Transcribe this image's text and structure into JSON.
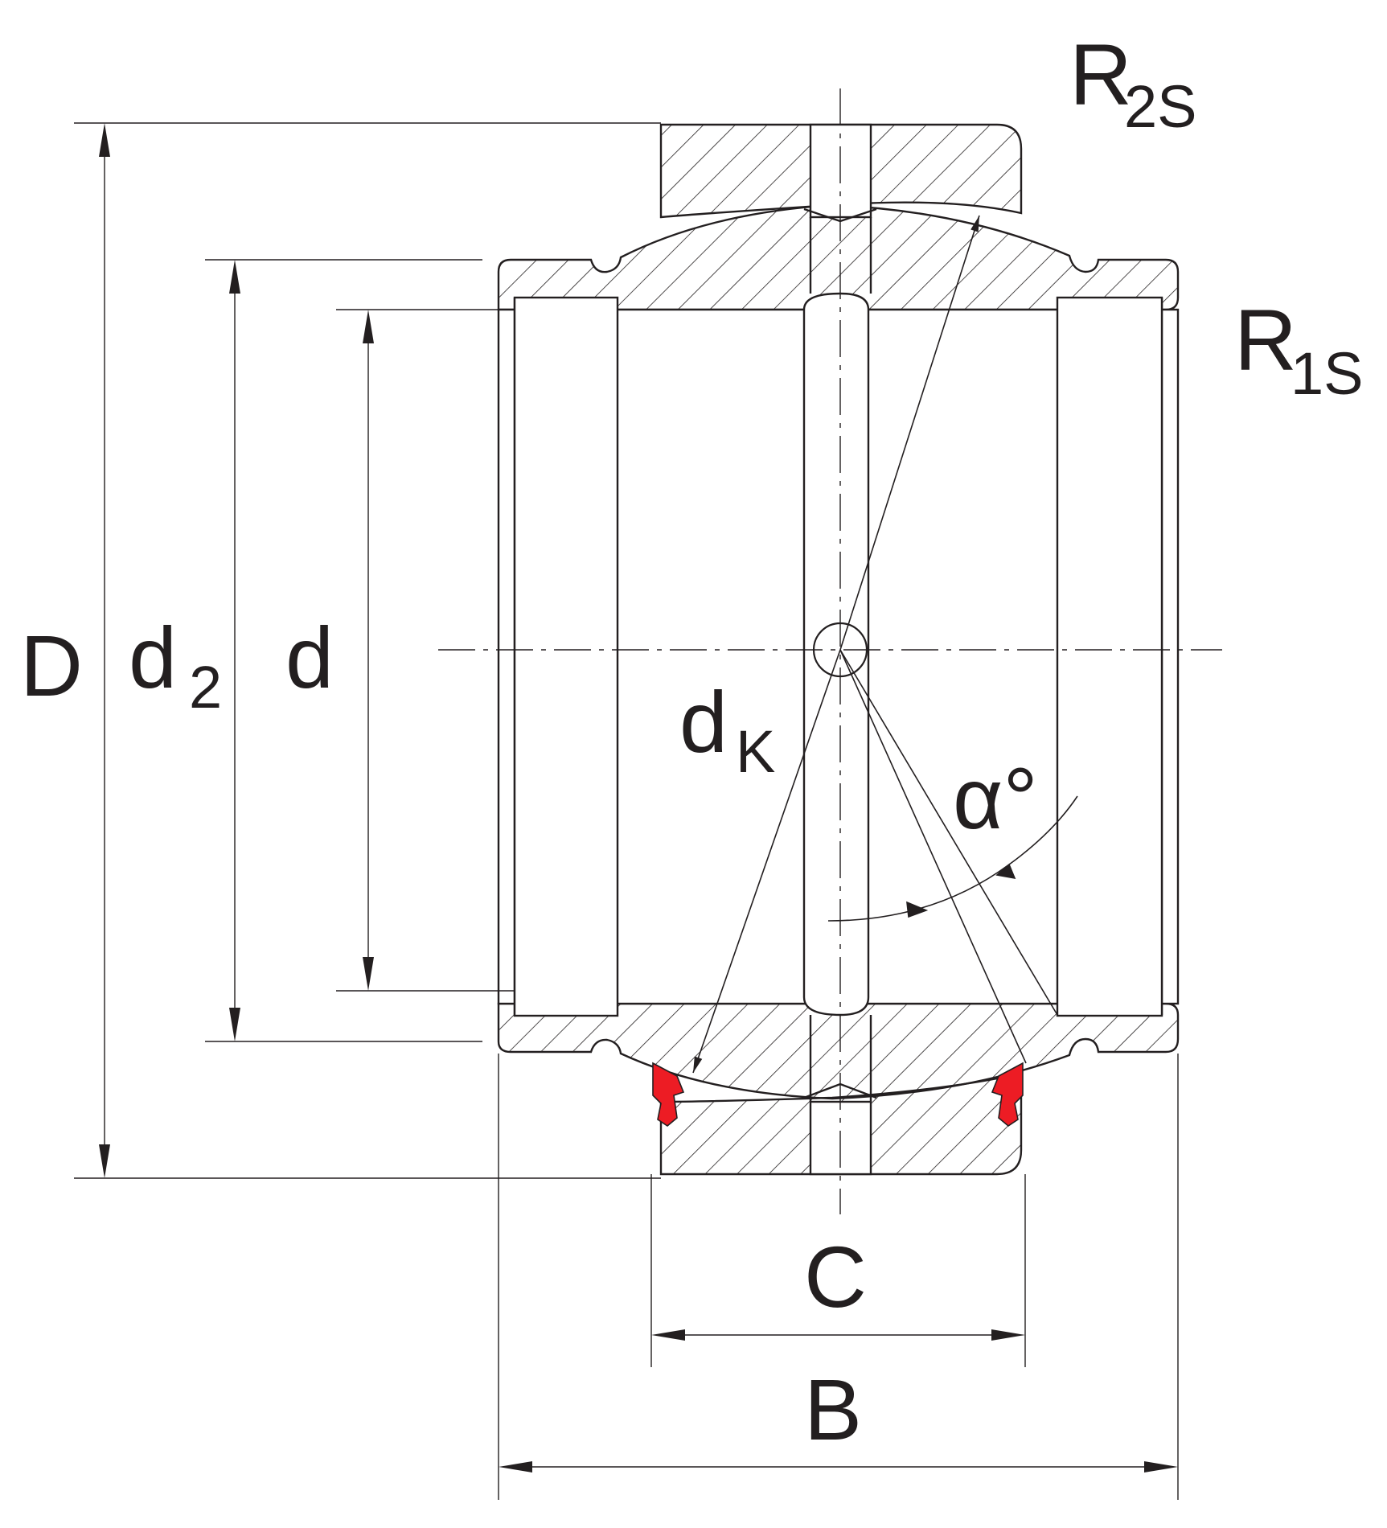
{
  "diagram": {
    "type": "spherical plain bearing cross-section",
    "labels": {
      "D": "D",
      "d2_main": "d",
      "d2_sub": "2",
      "d": "d",
      "dk_main": "d",
      "dk_sub": "K",
      "alpha": "α°",
      "C": "C",
      "B": "B",
      "r2s_main": "R",
      "r2s_sub": "2S",
      "r1s_main": "R",
      "r1s_sub": "1S"
    },
    "colors": {
      "line": "#231f20",
      "seal": "#ed1c24",
      "background": "#ffffff"
    }
  }
}
